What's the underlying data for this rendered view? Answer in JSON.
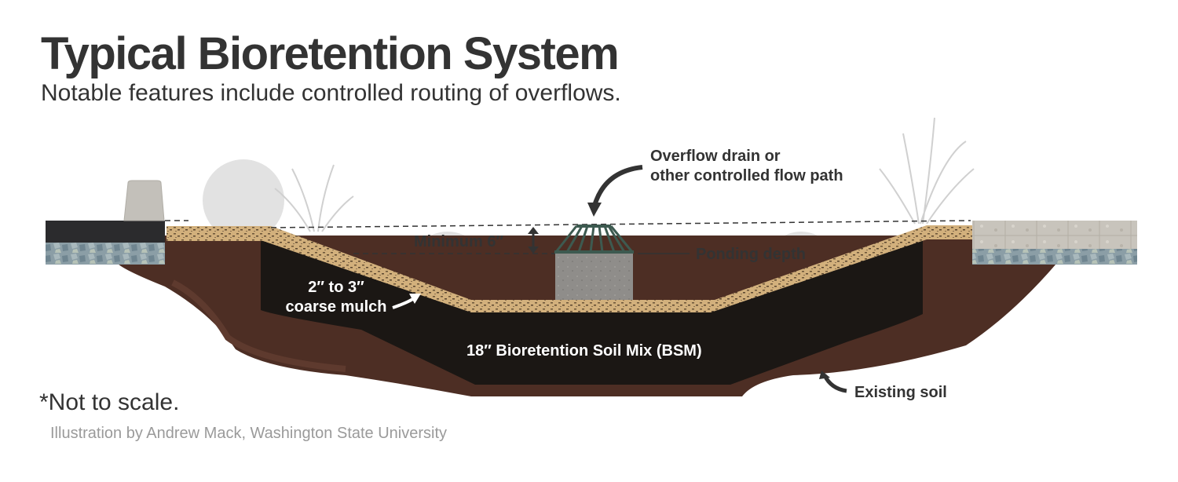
{
  "title": "Typical Bioretention System",
  "subtitle": "Notable features include controlled routing of overflows.",
  "footnote": "*Not to scale.",
  "credit": "Illustration by Andrew Mack, Washington State University",
  "labels": {
    "overflow_line1": "Overflow drain or",
    "overflow_line2": "other controlled flow path",
    "ponding": "Ponding depth",
    "minimum": "Minimum 6″",
    "mulch_line1": "2″ to 3″",
    "mulch_line2": "coarse mulch",
    "bsm": "18″ Bioretention Soil Mix (BSM)",
    "existing_soil": "Existing soil"
  },
  "colors": {
    "text": "#333333",
    "credit": "#9a9a9a",
    "existing_soil": "#4a2c22",
    "bsm": "#1a1613",
    "mulch": "#c9a775",
    "asphalt": "#2b2b2d",
    "gravel": "#8a9ca4",
    "paver": "#c4c0b8",
    "drain_grate": "#3d5a50",
    "drain_body": "#8e8c89",
    "plants": "#dcdcdc"
  }
}
